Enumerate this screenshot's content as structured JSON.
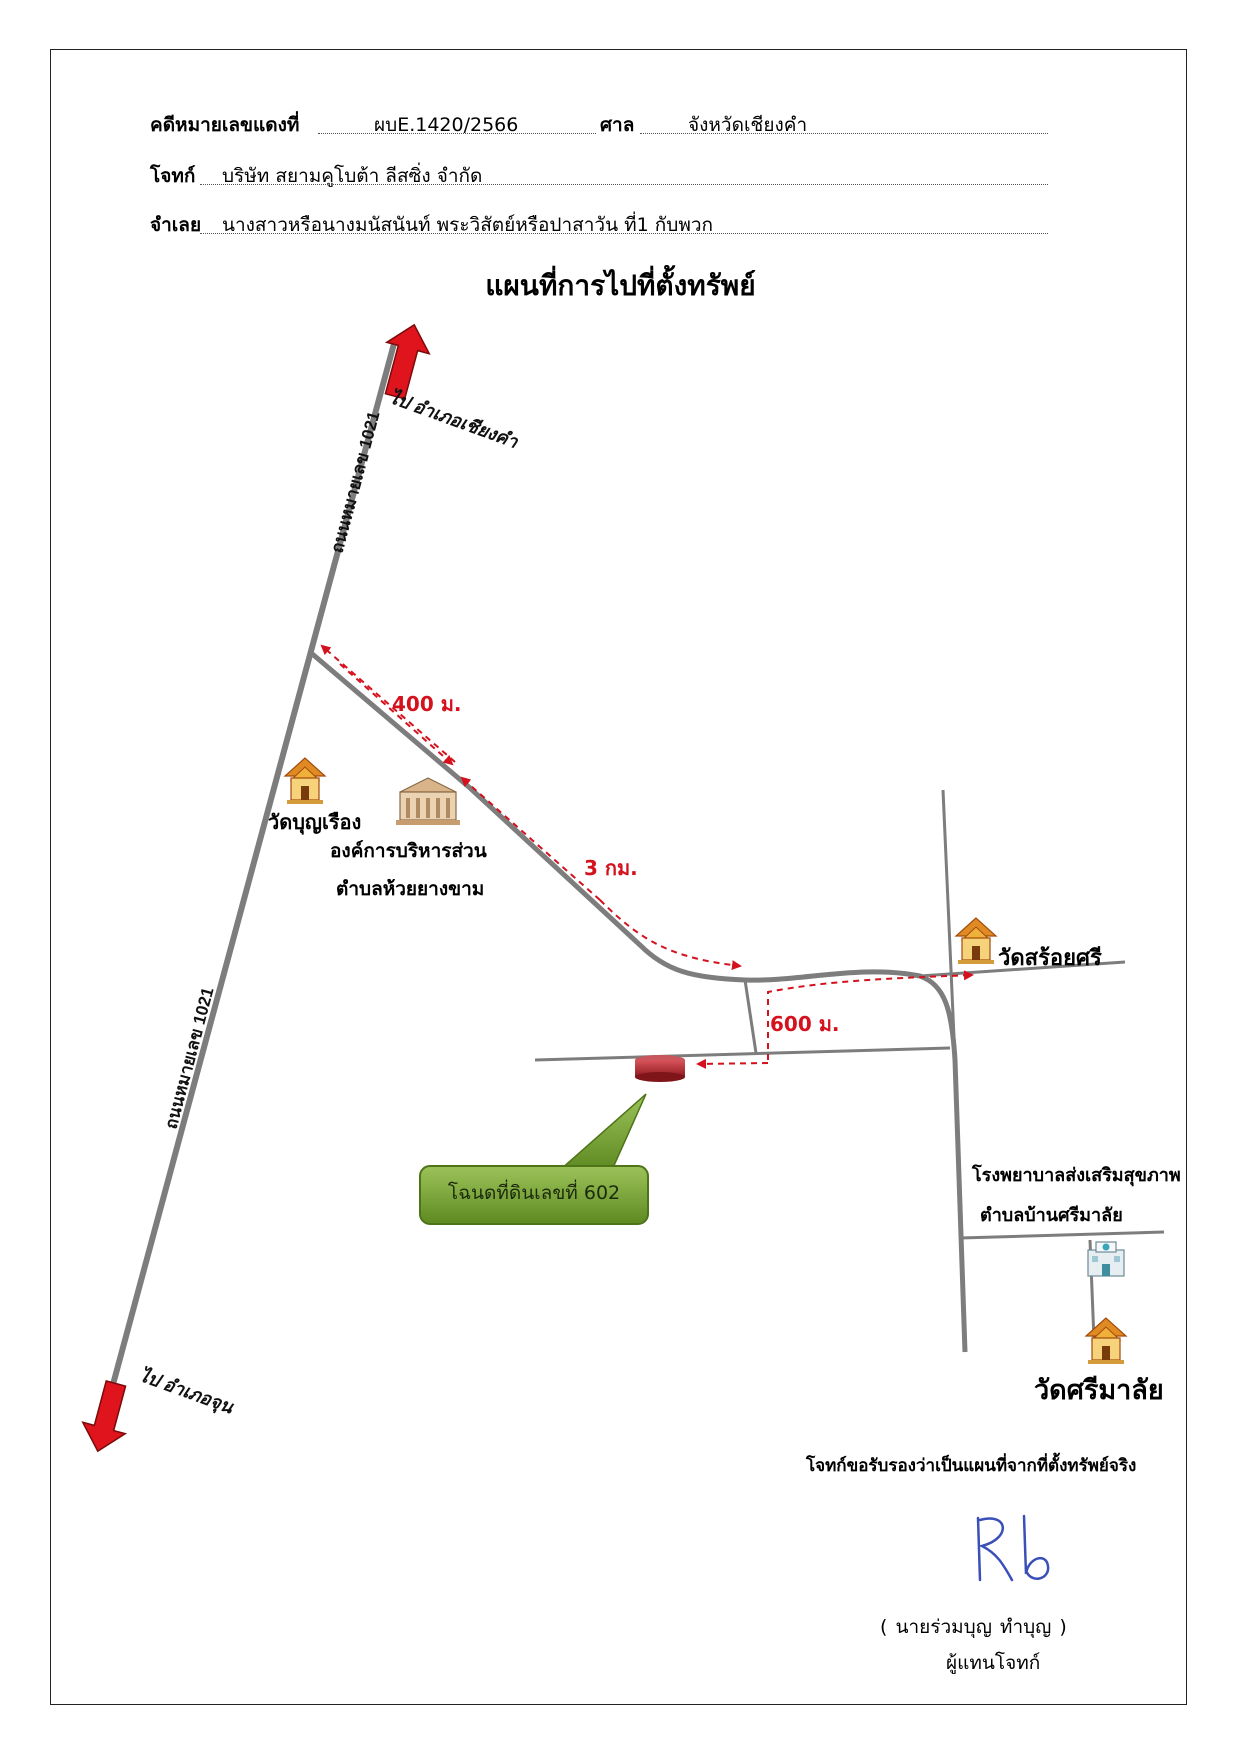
{
  "header": {
    "case_label": "คดีหมายเลขแดงที่",
    "case_value": "ผบE.1420/2566",
    "court_label": "ศาล",
    "court_value": "จังหวัดเชียงคำ",
    "plaintiff_label": "โจทก์",
    "plaintiff_value": "บริษัท สยามคูโบต้า ลีสซิ่ง  จำกัด",
    "defendant_label": "จำเลย",
    "defendant_value": "นางสาวหรือนางมนัสนันท์  พระวิสัตย์หรือปาสาวัน  ที่1 กับพวก"
  },
  "map": {
    "title": "แผนที่การไปที่ตั้งทรัพย์",
    "road_label_upper": "ถนนหมายเลข 1021",
    "road_label_lower": "ถนนหมายเลข 1021",
    "direction_north": "ไป อำเภอเชียงคำ",
    "direction_south": "ไป อำเภอจุน",
    "distance_1": "400 ม.",
    "distance_2": "3 กม.",
    "distance_3": "600 ม.",
    "temple_1": "วัดบุญเรือง",
    "tao_line_1": "องค์การบริหารส่วน",
    "tao_line_2": "ตำบลห้วยยางขาม",
    "temple_2": "วัดสร้อยศรี",
    "hospital_line_1": "โรงพยาบาลส่งเสริมสุขภาพ",
    "hospital_line_2": "ตำบลบ้านศรีมาลัย",
    "temple_3": "วัดศรีมาลัย",
    "parcel_callout": "โฉนดที่ดินเลขที่ 602",
    "colors": {
      "road": "#808080",
      "route": "#d4111c",
      "parcel": "#b3262e",
      "callout": "#6f9a2c"
    }
  },
  "certification": {
    "note": "โจทก์ขอรับรองว่าเป็นแผนที่จากที่ตั้งทรัพย์จริง",
    "signer_name": "(    นายร่วมบุญ    ทำบุญ    )",
    "signer_role": "ผู้แทนโจทก์"
  }
}
